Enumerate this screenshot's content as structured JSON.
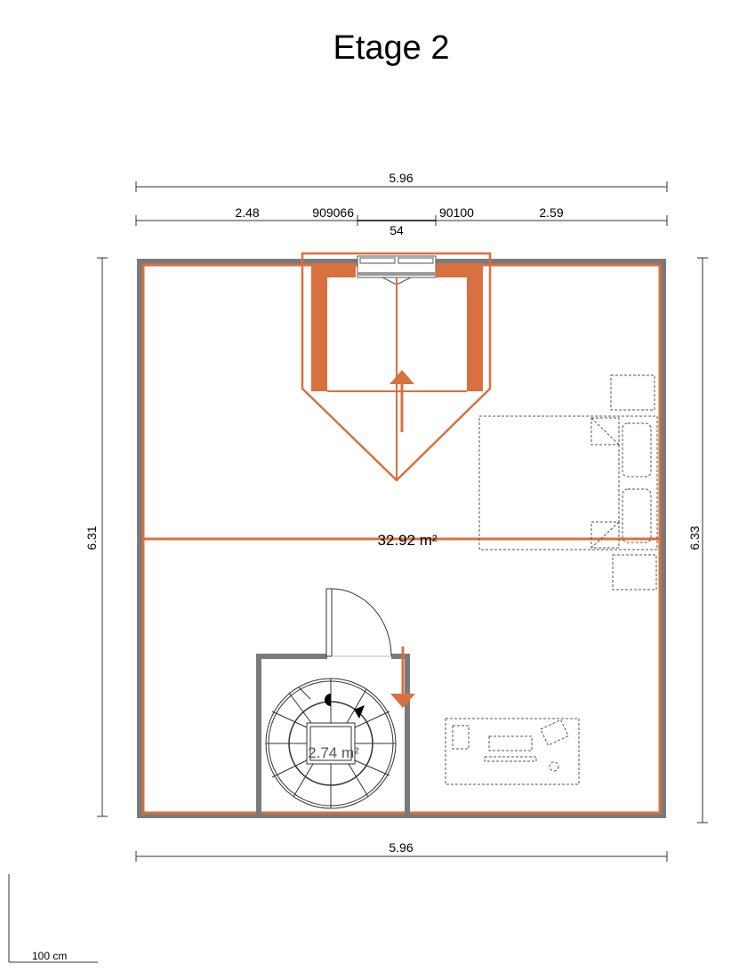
{
  "title": "Etage 2",
  "dimensions": {
    "top_total": "5.96",
    "top_left": "2.48",
    "top_right": "2.59",
    "top_window_overlap_a": "909066",
    "top_window_overlap_b": "90100",
    "top_window_width": "54",
    "left_height": "6.31",
    "right_height": "6.33",
    "bottom_total": "5.96"
  },
  "rooms": {
    "main_area": "32.92 m²",
    "stair_area": "2.74 m²"
  },
  "scale_bar": "100 cm",
  "colors": {
    "accent": "#d8703f",
    "wall": "#7a7a7a"
  }
}
